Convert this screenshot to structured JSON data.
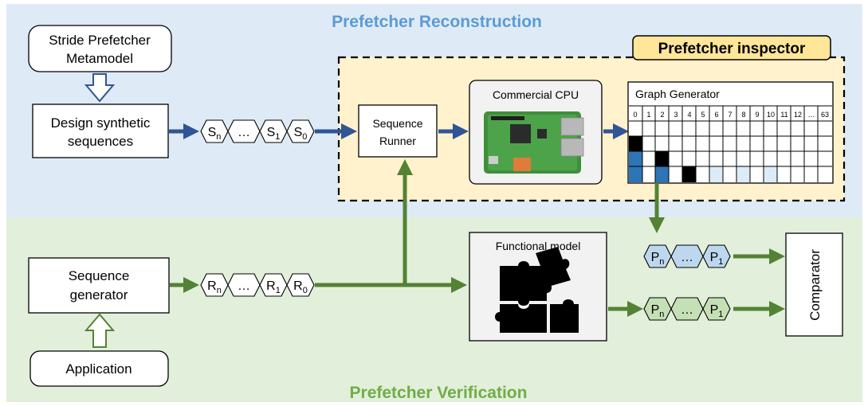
{
  "diagram": {
    "title_top": "Prefetcher Reconstruction",
    "title_bottom": "Prefetcher Verification",
    "inspector_label": "Prefetcher inspector",
    "metamodel_line1": "Stride Prefetcher",
    "metamodel_line2": "Metamodel",
    "design_line1": "Design synthetic",
    "design_line2": "sequences",
    "runner_line1": "Sequence",
    "runner_line2": "Runner",
    "cpu_label": "Commercial CPU",
    "graph_label": "Graph Generator",
    "functional_label": "Functional model",
    "seqgen_line1": "Sequence",
    "seqgen_line2": "generator",
    "application_label": "Application",
    "comparator_label": "Comparator",
    "ellipsis": "…",
    "s_seq": [
      {
        "base": "S",
        "sub": "n"
      },
      {
        "base": "S",
        "sub": "1"
      },
      {
        "base": "S",
        "sub": "0"
      }
    ],
    "r_seq": [
      {
        "base": "R",
        "sub": "n"
      },
      {
        "base": "R",
        "sub": "1"
      },
      {
        "base": "R",
        "sub": "0"
      }
    ],
    "p_seq_blue": [
      {
        "base": "P",
        "sub": "n"
      },
      {
        "base": "P",
        "sub": "1"
      }
    ],
    "p_seq_green": [
      {
        "base": "P",
        "sub": "n"
      },
      {
        "base": "P",
        "sub": "1"
      }
    ],
    "grid_headers": [
      "0",
      "1",
      "2",
      "3",
      "4",
      "5",
      "6",
      "7",
      "8",
      "9",
      "10",
      "11",
      "12",
      "…",
      "63"
    ],
    "colors": {
      "blue_bg": "#deebf7",
      "green_bg": "#e2efda",
      "inspector_bg": "#fff2cc",
      "inspector_label_bg": "#ffe699",
      "blue_arrow": "#2f5597",
      "green_arrow": "#548235",
      "seq_blue_fill": "#bdd7ee",
      "seq_green_fill": "#c5e0b4",
      "cell_black": "#000000",
      "cell_blue": "#2e75b6",
      "cell_light": "#ddebf7"
    }
  }
}
